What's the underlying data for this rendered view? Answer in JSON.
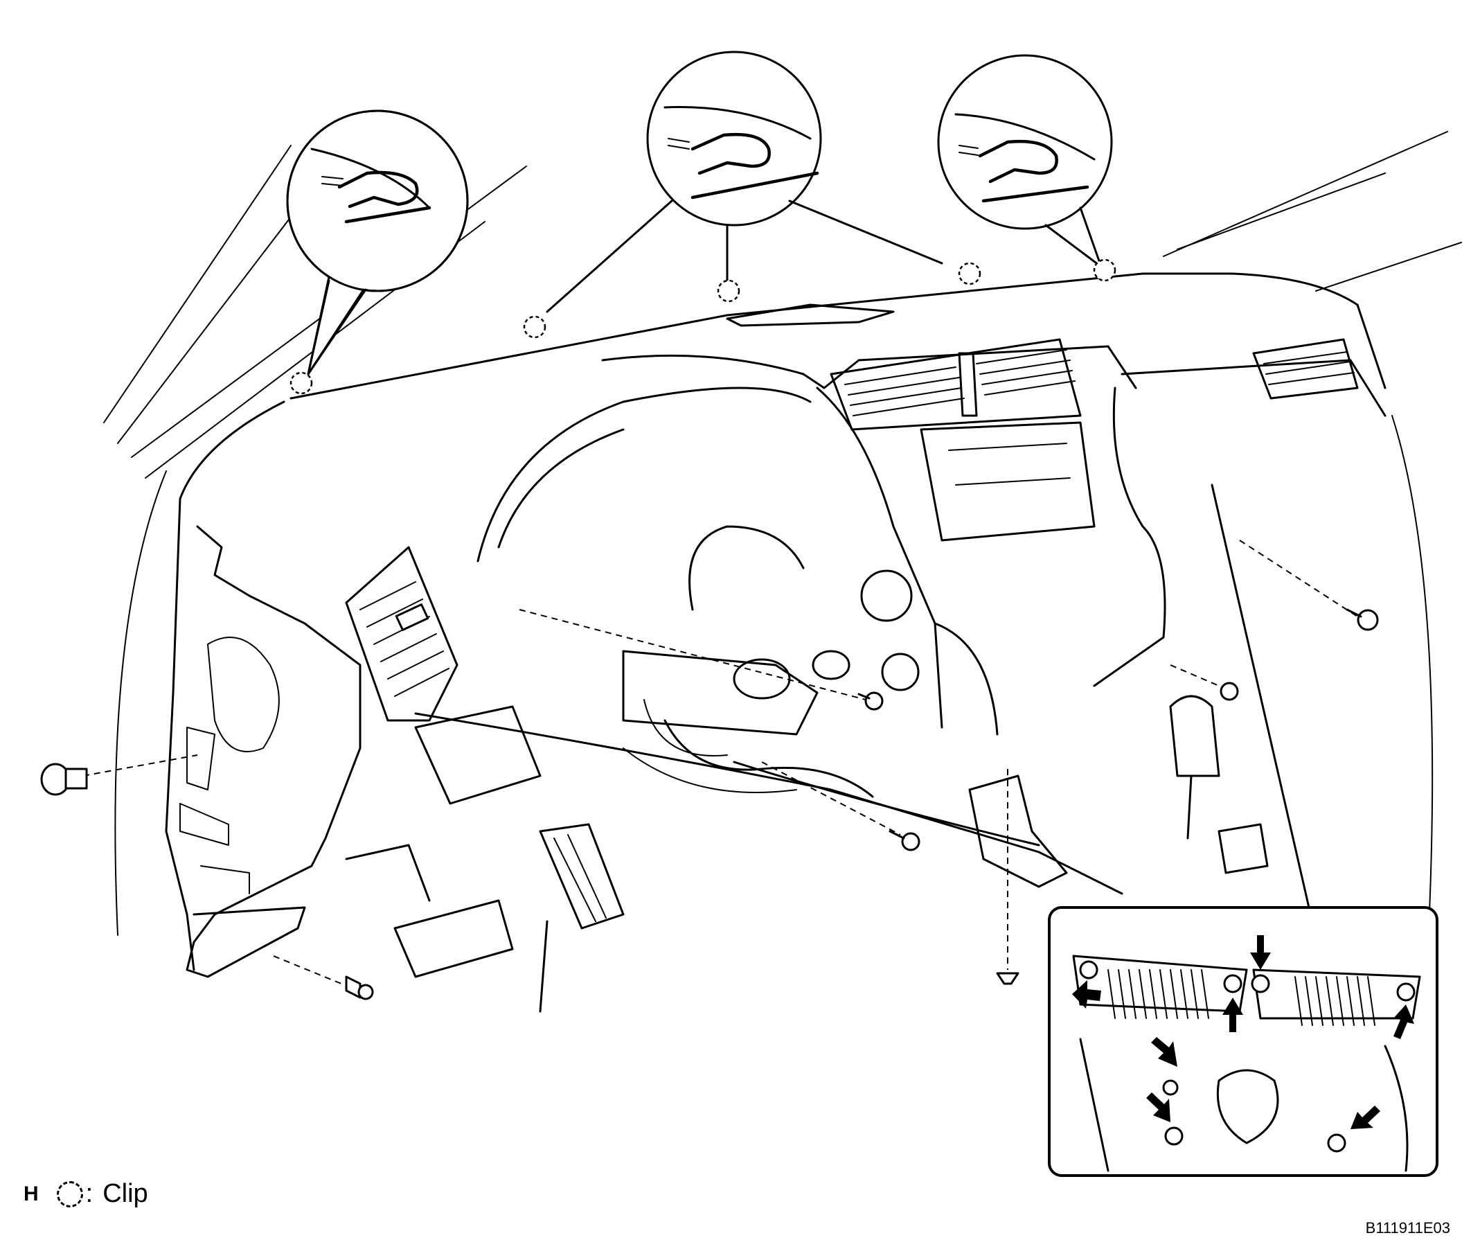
{
  "legend": {
    "code": "H",
    "separator": ":",
    "label": "Clip",
    "symbol": "dashed-circle-icon"
  },
  "figure_id": "B111911E03"
}
